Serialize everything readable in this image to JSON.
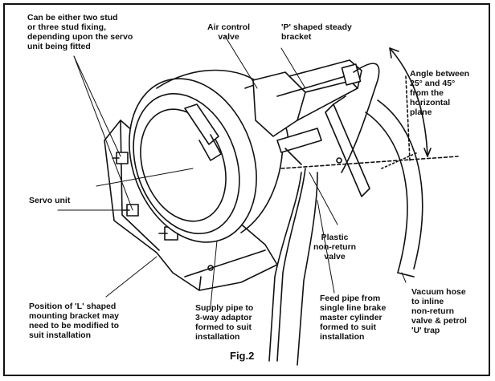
{
  "figure": {
    "caption": "Fig.2",
    "line_color": "#111111",
    "background": "#ffffff"
  },
  "labels": {
    "stud_fixing": "Can be either two stud\nor three stud fixing,\ndepending upon the servo\nunit being fitted",
    "air_control_valve": "Air control\nvalve",
    "p_bracket": "'P' shaped steady\nbracket",
    "angle": "Angle between\n25° and 45°\nfrom the\nhorizontal\nplane",
    "servo_unit": "Servo unit",
    "plastic_valve": "Plastic\nnon-return\nvalve",
    "l_bracket": "Position of 'L' shaped\nmounting bracket may\nneed to be modified to\nsuit installation",
    "supply_pipe": "Supply pipe to\n3-way adaptor\nformed to suit\ninstallation",
    "feed_pipe": "Feed pipe from\nsingle line brake\nmaster cylinder\nformed to suit\ninstallation",
    "vacuum_hose": "Vacuum hose\nto inline\nnon-return\nvalve & petrol\n'U' trap"
  }
}
